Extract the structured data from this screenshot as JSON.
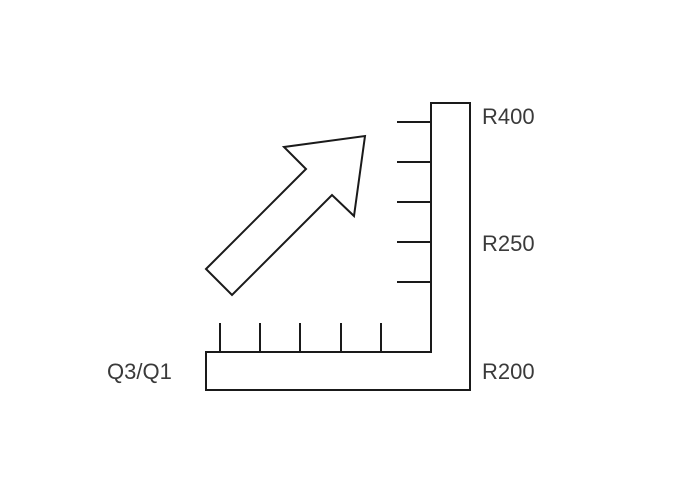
{
  "labels": {
    "top_value": "R400",
    "middle_value": "R250",
    "bottom_value": "R200",
    "period": "Q3/Q1"
  },
  "colors": {
    "stroke": "#1a1a1a",
    "text": "#3a3a3a",
    "background": "#ffffff"
  },
  "icons": {
    "arrow": "up-right-arrow-icon",
    "axis": "l-shaped-ruler-icon"
  }
}
